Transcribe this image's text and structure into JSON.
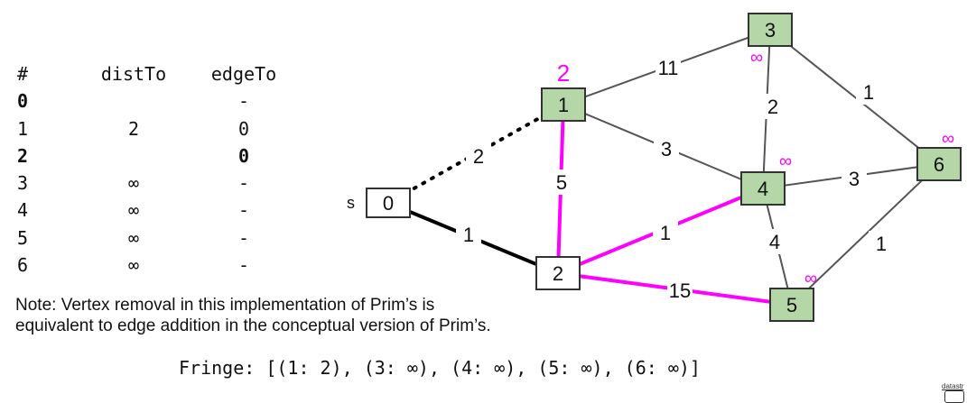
{
  "table": {
    "headers": {
      "vertex": "#",
      "dist_to": "distTo",
      "edge_to": "edgeTo"
    },
    "rows": [
      {
        "vertex": "0",
        "dist_to": "",
        "edge_to": "-",
        "bold": true
      },
      {
        "vertex": "1",
        "dist_to": "2",
        "edge_to": "0",
        "bold": false
      },
      {
        "vertex": "2",
        "dist_to": "",
        "edge_to": "0",
        "bold": true
      },
      {
        "vertex": "3",
        "dist_to": "∞",
        "edge_to": "-",
        "bold": false
      },
      {
        "vertex": "4",
        "dist_to": "∞",
        "edge_to": "-",
        "bold": false
      },
      {
        "vertex": "5",
        "dist_to": "∞",
        "edge_to": "-",
        "bold": false
      },
      {
        "vertex": "6",
        "dist_to": "∞",
        "edge_to": "-",
        "bold": false
      }
    ]
  },
  "note": {
    "line1": "Note: Vertex removal in this implementation of Prim’s is",
    "line2": "equivalent to edge addition in the conceptual version of Prim’s."
  },
  "fringe": "Fringe: [(1: 2), (3: ∞), (4: ∞), (5: ∞), (6: ∞)]",
  "graph": {
    "source_marker": "s",
    "colors": {
      "marked_node_fill": "#b5d6a7",
      "highlight": "#ff00ff",
      "tree_edge": "#000000",
      "plain_edge": "#555555"
    },
    "nodes": [
      {
        "id": "0",
        "label": "0",
        "in_fringe": false,
        "dist_label": ""
      },
      {
        "id": "1",
        "label": "1",
        "in_fringe": true,
        "dist_label": "2"
      },
      {
        "id": "2",
        "label": "2",
        "in_fringe": false,
        "dist_label": ""
      },
      {
        "id": "3",
        "label": "3",
        "in_fringe": true,
        "dist_label": "∞"
      },
      {
        "id": "4",
        "label": "4",
        "in_fringe": true,
        "dist_label": "∞"
      },
      {
        "id": "5",
        "label": "5",
        "in_fringe": true,
        "dist_label": "∞"
      },
      {
        "id": "6",
        "label": "6",
        "in_fringe": true,
        "dist_label": "∞"
      }
    ],
    "edges": [
      {
        "from": "0",
        "to": "1",
        "weight": "2",
        "style": "dotted"
      },
      {
        "from": "0",
        "to": "2",
        "weight": "1",
        "style": "tree"
      },
      {
        "from": "1",
        "to": "2",
        "weight": "5",
        "style": "highlight"
      },
      {
        "from": "1",
        "to": "3",
        "weight": "11",
        "style": "plain"
      },
      {
        "from": "1",
        "to": "4",
        "weight": "3",
        "style": "plain"
      },
      {
        "from": "2",
        "to": "4",
        "weight": "1",
        "style": "highlight"
      },
      {
        "from": "2",
        "to": "5",
        "weight": "15",
        "style": "highlight"
      },
      {
        "from": "3",
        "to": "4",
        "weight": "2",
        "style": "plain"
      },
      {
        "from": "3",
        "to": "6",
        "weight": "1",
        "style": "plain"
      },
      {
        "from": "4",
        "to": "6",
        "weight": "3",
        "style": "plain"
      },
      {
        "from": "4",
        "to": "5",
        "weight": "4",
        "style": "plain"
      },
      {
        "from": "5",
        "to": "6",
        "weight": "1",
        "style": "plain"
      }
    ]
  },
  "credit": "datastr"
}
